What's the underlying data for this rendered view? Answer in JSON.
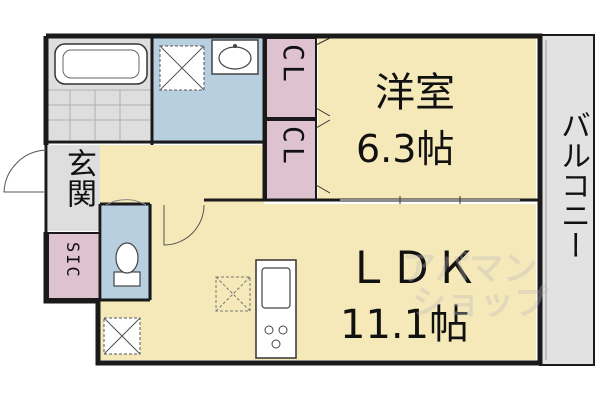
{
  "colors": {
    "wall": "#1a1a1a",
    "room_floor": "#f6e9b9",
    "wet_area": "#b8cfe0",
    "closet": "#dfc2d0",
    "balcony": "#e2e2e2",
    "bath_tile": "#dedede"
  },
  "rooms": {
    "western_room": {
      "name": "洋室",
      "size": "6.3帖"
    },
    "ldk": {
      "name": "ＬＤＫ",
      "size": "11.1帖"
    },
    "balcony": {
      "name": "バルコニー"
    },
    "entrance": {
      "name": "玄関"
    },
    "sic": {
      "name": "SIC"
    },
    "closet_upper": {
      "name": "CL"
    },
    "closet_lower": {
      "name": "CL"
    }
  },
  "watermark": {
    "line1": "アパマン",
    "line2": "ショップ"
  },
  "icons": [
    "bathtub-icon",
    "washbasin-icon",
    "washing-machine-pan-icon",
    "toilet-icon",
    "kitchen-sink-icon",
    "stove-icon",
    "refrigerator-space-icon",
    "entrance-door-icon"
  ]
}
